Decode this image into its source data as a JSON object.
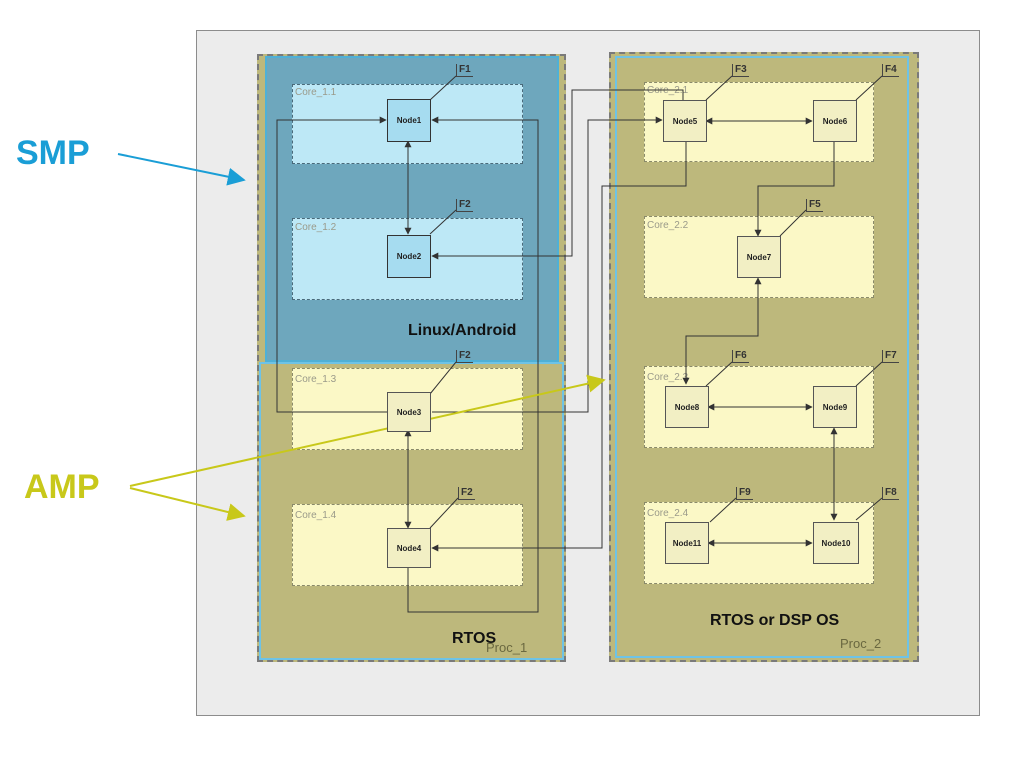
{
  "labels": {
    "smp": "SMP",
    "amp": "AMP",
    "linux_android": "Linux/Android",
    "rtos": "RTOS",
    "rtos_dsp": "RTOS or DSP OS",
    "proc1": "Proc_1",
    "proc2": "Proc_2"
  },
  "cores": {
    "c11": "Core_1.1",
    "c12": "Core_1.2",
    "c13": "Core_1.3",
    "c14": "Core_1.4",
    "c21": "Core_2.1",
    "c22": "Core_2.2",
    "c23": "Core_2.3",
    "c24": "Core_2.4"
  },
  "nodes": {
    "n1": "Node1",
    "n2": "Node2",
    "n3": "Node3",
    "n4": "Node4",
    "n5": "Node5",
    "n6": "Node6",
    "n7": "Node7",
    "n8": "Node8",
    "n9": "Node9",
    "n10": "Node10",
    "n11": "Node11"
  },
  "functions": {
    "f_n1": "F1",
    "f_n2": "F2",
    "f_n3": "F2",
    "f_n4": "F2",
    "f_n5": "F3",
    "f_n6": "F4",
    "f_n7": "F5",
    "f_n8": "F6",
    "f_n9": "F7",
    "f_n10": "F8",
    "f_n11": "F9"
  },
  "colors": {
    "smp": "#1a9ed6",
    "amp": "#c8c81a"
  }
}
